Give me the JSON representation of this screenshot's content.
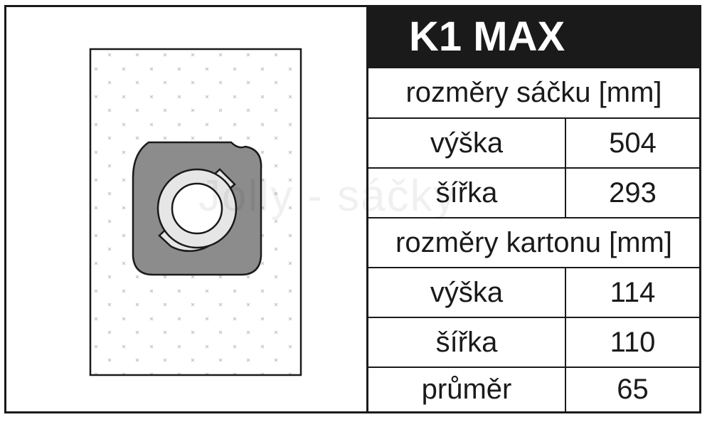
{
  "title": "K1 MAX",
  "watermark": "Jolly - sáčky",
  "sections": [
    {
      "heading": "rozměry sáčku [mm]",
      "rows": [
        {
          "label": "výška",
          "value": "504"
        },
        {
          "label": "šířka",
          "value": "293"
        }
      ]
    },
    {
      "heading": "rozměry kartonu [mm]",
      "rows": [
        {
          "label": "výška",
          "value": "114"
        },
        {
          "label": "šířka",
          "value": "110"
        },
        {
          "label": "průměr",
          "value": "65"
        }
      ]
    }
  ],
  "colors": {
    "border": "#1a1a1a",
    "title_bg": "#1a1a1a",
    "title_text": "#ffffff",
    "collar_fill": "#8c8c8c",
    "ring_fill": "#e6e6e6"
  },
  "icons": {
    "bag": "vacuum-bag-icon"
  }
}
